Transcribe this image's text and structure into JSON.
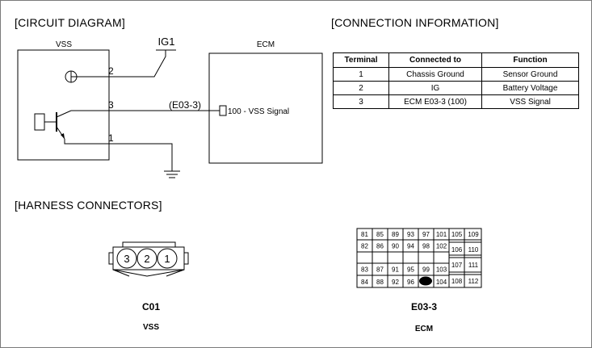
{
  "headings": {
    "circuit": "[CIRCUIT DIAGRAM]",
    "connection": "[CONNECTION INFORMATION]",
    "harness": "[HARNESS CONNECTORS]"
  },
  "circuit": {
    "vss_label": "VSS",
    "ecm_label": "ECM",
    "ig1_label": "IG1",
    "pin_2": "2",
    "pin_3": "3",
    "pin_1": "1",
    "wire_ref": "(E03-3)",
    "ecm_pin_label": "100 - VSS Signal"
  },
  "connection_table": {
    "headers": [
      "Terminal",
      "Connected to",
      "Function"
    ],
    "rows": [
      [
        "1",
        "Chassis Ground",
        "Sensor Ground"
      ],
      [
        "2",
        "IG",
        "Battery Voltage"
      ],
      [
        "3",
        "ECM E03-3 (100)",
        "VSS Signal"
      ]
    ]
  },
  "connectors": {
    "c01": {
      "pins": [
        "3",
        "2",
        "1"
      ],
      "code": "C01",
      "name": "VSS"
    },
    "e03": {
      "code": "E03-3",
      "name": "ECM",
      "grid": [
        [
          "81",
          "85",
          "89",
          "93",
          "97",
          "101"
        ],
        [
          "82",
          "86",
          "90",
          "94",
          "98",
          "102"
        ],
        [
          "",
          "",
          "",
          "",
          "",
          ""
        ],
        [
          "83",
          "87",
          "91",
          "95",
          "99",
          "103"
        ],
        [
          "84",
          "88",
          "92",
          "96",
          "",
          "104"
        ]
      ],
      "right": [
        [
          "105",
          "109"
        ],
        [
          "106",
          "110"
        ],
        [
          "107",
          "111"
        ],
        [
          "108",
          "112"
        ]
      ]
    }
  }
}
